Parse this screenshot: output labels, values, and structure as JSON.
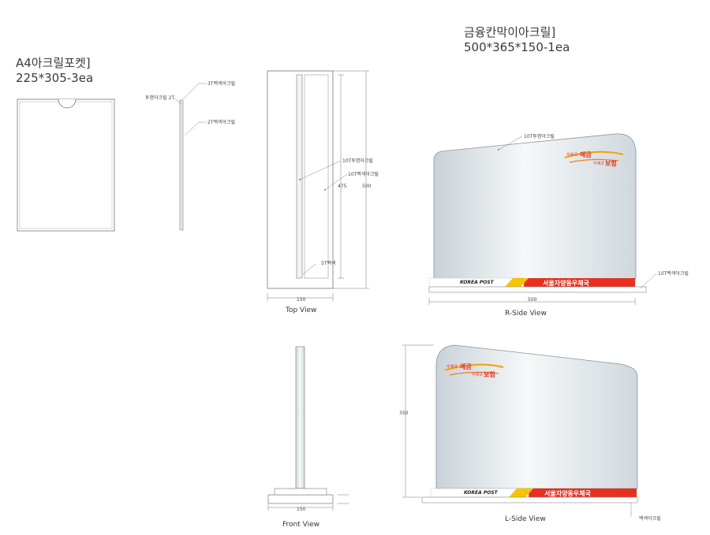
{
  "titles": {
    "a4_name": "A4아크릴포켓]",
    "a4_spec": "225*305-3ea",
    "panel_name": "금융칸막이아크릴]",
    "panel_spec": "500*365*150-1ea"
  },
  "side_section_labels": {
    "transparent": "투명아크릴 2T",
    "white3": "3T백색아크릴",
    "white2": "2T백색아크릴"
  },
  "top_view": {
    "label_10t_clear": "10T투명아크릴",
    "label_10t_white": "10T백색아크릴",
    "dim_475": "475",
    "dim_500": "500",
    "label_5t": "5T백색",
    "dim_150": "150",
    "caption": "Top View"
  },
  "r_side": {
    "label_clear": "10T투명아크릴",
    "label_base": "10T백색아크릴",
    "dim_500": "500",
    "caption": "R-Side View"
  },
  "front_view": {
    "dim_150": "150",
    "caption": "Front View"
  },
  "l_side": {
    "dim_350": "350",
    "label_base": "백색아크릴",
    "caption": "L-Side View"
  },
  "branding": {
    "korea_post": "KOREA POST",
    "office_name": "서울자양동우체국",
    "logo_deposit_small": "우체국",
    "logo_deposit_big": "예금",
    "logo_insurance_small": "우체국",
    "logo_insurance_big": "보험"
  },
  "colors": {
    "brand_red": "#e83020",
    "logo_orange": "#f4a000",
    "glass": "#e2e8ec",
    "line": "#555555"
  }
}
